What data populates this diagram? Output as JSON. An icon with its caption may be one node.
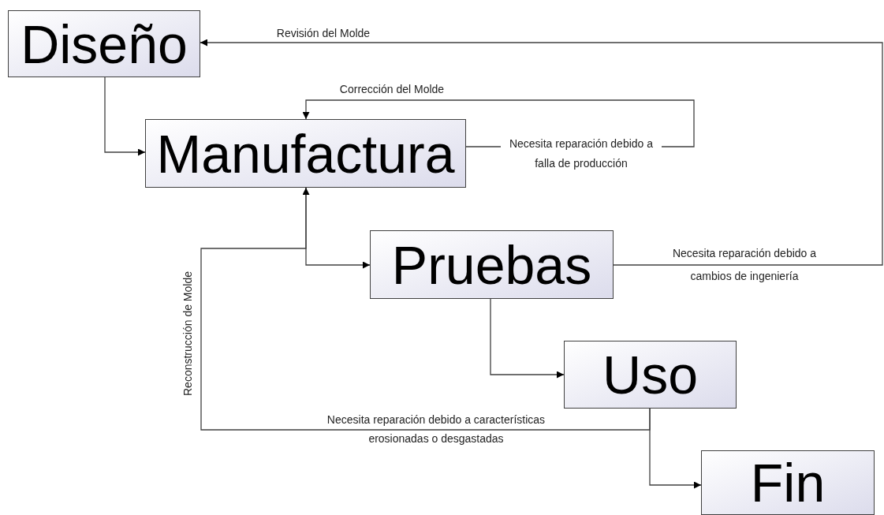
{
  "diagram": {
    "nodes": [
      {
        "text": [
          "Diseño"
        ]
      },
      {
        "text": [
          "Manufactura"
        ]
      },
      {
        "text": [
          "Pruebas"
        ]
      },
      {
        "text": [
          "Uso"
        ]
      },
      {
        "text": [
          "Fin"
        ]
      }
    ],
    "edges": [
      {
        "from": 0,
        "to": 1,
        "arrow": "to"
      },
      {
        "from": 1,
        "to": 1,
        "arrow": "to",
        "label": "Corrección del Molde"
      },
      {
        "from": 2,
        "to": 0,
        "arrow": "to",
        "label": "Revisión del Molde"
      },
      {
        "from": 1,
        "to": 2,
        "arrow": "to"
      },
      {
        "from": 3,
        "to": 1,
        "arrow": "to",
        "label": "Reconstrucción de Molde"
      },
      {
        "from": 2,
        "to": 3,
        "arrow": "to"
      },
      {
        "from": 3,
        "to": 4,
        "arrow": "to"
      }
    ],
    "labels": [
      "Necesita reparación debido a falla de producción",
      "Necesita reparación debido a cambios de ingeniería",
      "Necesita reparación debido a características erosionadas o desgastadas"
    ]
  }
}
